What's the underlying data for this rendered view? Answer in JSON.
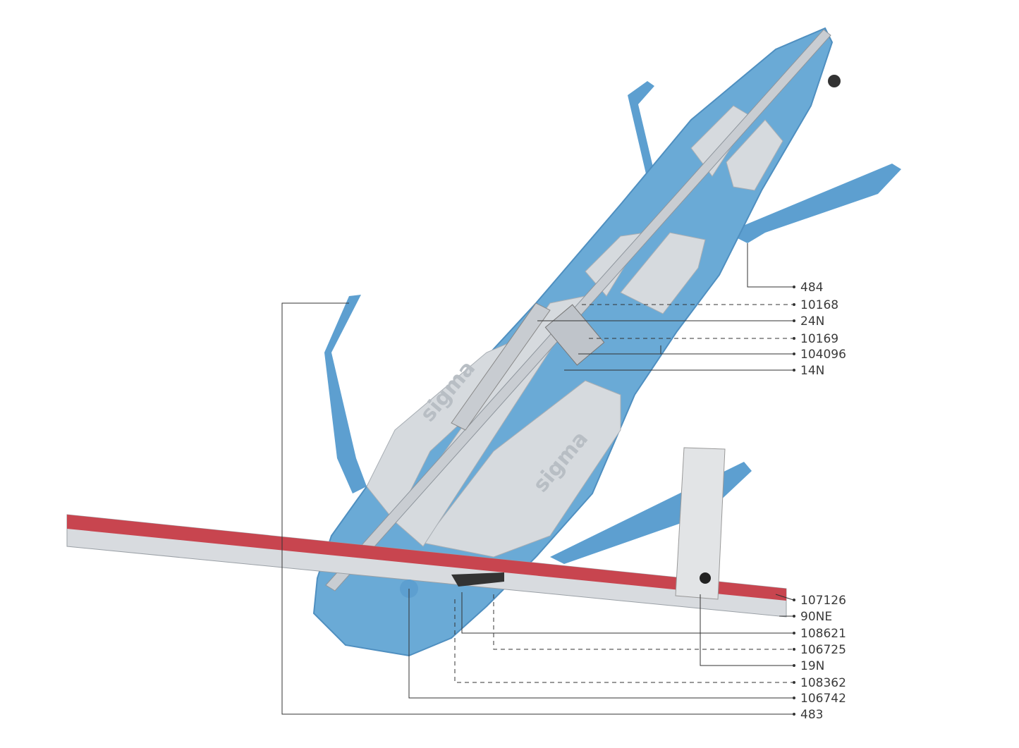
{
  "product": {
    "brand": "sigma",
    "colors": {
      "body": "#6aaad6",
      "body_dark": "#4f8fc0",
      "metal": "#d4d8dc",
      "ruler": "#c8454f"
    }
  },
  "callouts": [
    {
      "id": "484",
      "style": "solid"
    },
    {
      "id": "10168",
      "style": "dashed"
    },
    {
      "id": "24N",
      "style": "solid"
    },
    {
      "id": "10169",
      "style": "dashed"
    },
    {
      "id": "104096",
      "style": "solid"
    },
    {
      "id": "14N",
      "style": "solid"
    },
    {
      "id": "107126",
      "style": "solid"
    },
    {
      "id": "90NE",
      "style": "solid"
    },
    {
      "id": "108621",
      "style": "solid"
    },
    {
      "id": "106725",
      "style": "dashed"
    },
    {
      "id": "19N",
      "style": "solid"
    },
    {
      "id": "108362",
      "style": "dashed"
    },
    {
      "id": "106742",
      "style": "solid"
    },
    {
      "id": "483",
      "style": "solid"
    }
  ]
}
